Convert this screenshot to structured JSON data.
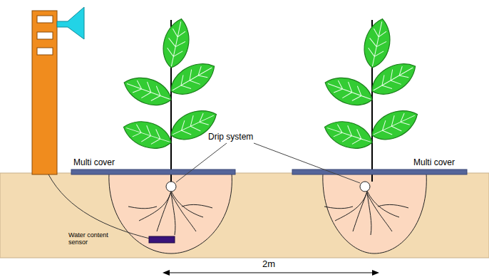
{
  "diagram": {
    "labels": [
      "Drip system",
      "Multi cover",
      "Multi cover",
      "Water content sensor",
      "2m"
    ]
  }
}
